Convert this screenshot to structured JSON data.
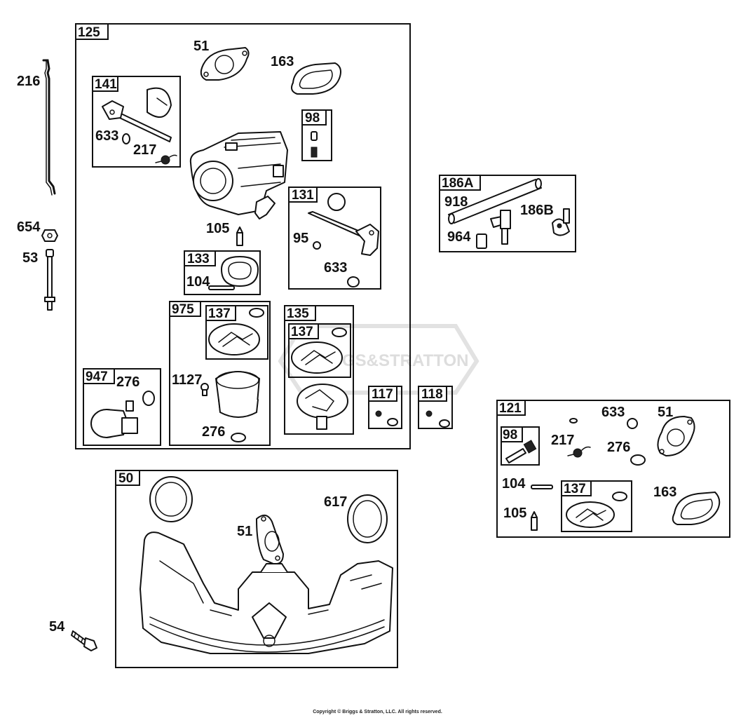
{
  "watermark": "BRIGGS&STRATTON",
  "copyright": "Copyright © Briggs & Stratton, LLC. All rights reserved.",
  "boxes": {
    "b125": "125",
    "b141": "141",
    "b98a": "98",
    "b131": "131",
    "b133": "133",
    "b975": "975",
    "b137a": "137",
    "b135": "135",
    "b137b": "137",
    "b947": "947",
    "b117": "117",
    "b118": "118",
    "b186a": "186A",
    "b121": "121",
    "b98b": "98",
    "b137c": "137",
    "b50": "50"
  },
  "labels": {
    "l216": "216",
    "l654": "654",
    "l53": "53",
    "l54": "54",
    "l51a": "51",
    "l163a": "163",
    "l633a": "633",
    "l217a": "217",
    "l105a": "105",
    "l95": "95",
    "l633b": "633",
    "l104a": "104",
    "l276a": "276",
    "l1127": "1127",
    "l276b": "276",
    "l918": "918",
    "l186b": "186B",
    "l964": "964",
    "l633c": "633",
    "l51b": "51",
    "l217b": "217",
    "l276c": "276",
    "l104b": "104",
    "l105b": "105",
    "l163b": "163",
    "l617": "617",
    "l51c": "51"
  }
}
